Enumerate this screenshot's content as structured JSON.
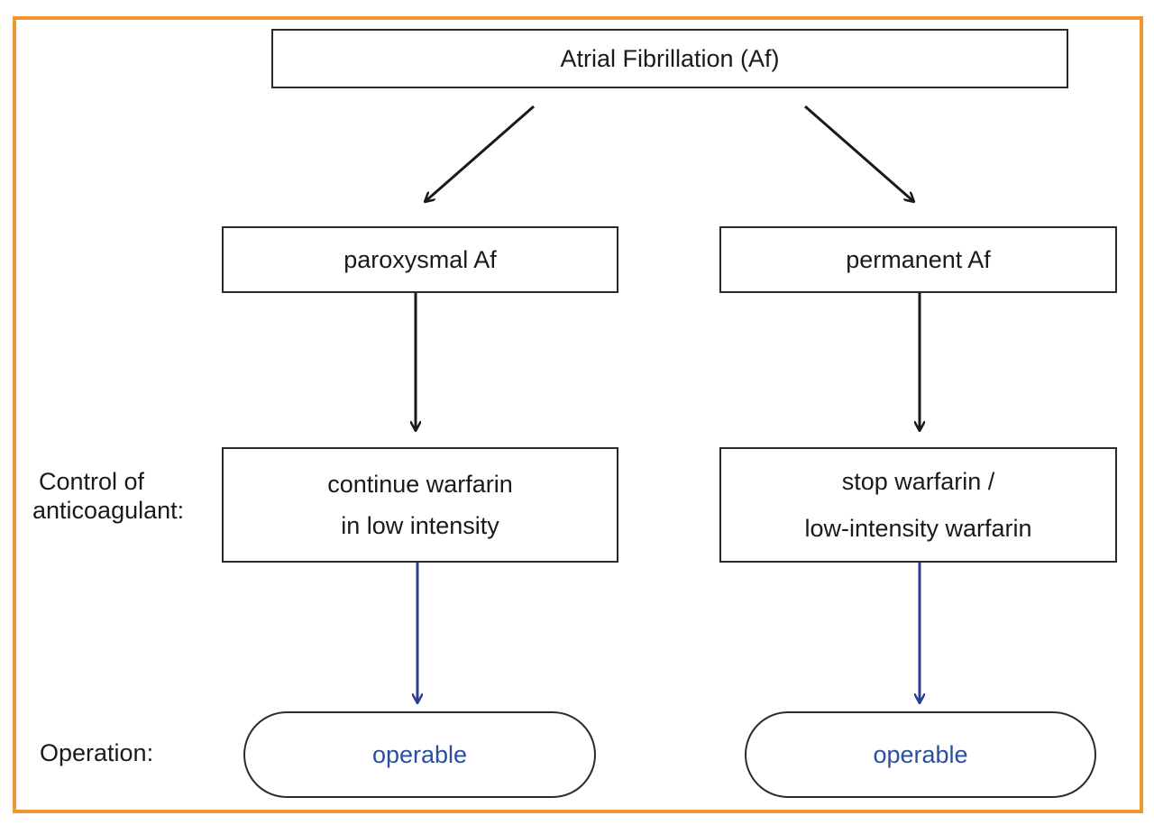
{
  "root": {
    "label": "Atrial Fibrillation (Af)"
  },
  "branches": [
    {
      "type_label": "paroxysmal Af",
      "control_lines": [
        "continue warfarin",
        "in low intensity"
      ],
      "operation": "operable"
    },
    {
      "type_label": "permanent Af",
      "control_lines": [
        "stop warfarin /",
        "low-intensity warfarin"
      ],
      "operation": "operable"
    }
  ],
  "row_labels": {
    "control_line1": "Control of",
    "control_line2": "anticoagulant:",
    "operation": "Operation:"
  },
  "colors": {
    "frame": "#f0982e",
    "box_border": "#2b2b2b",
    "text": "#1a1a1a",
    "operation_text": "#2a4fa0",
    "operation_arrow": "#2a3f8f"
  }
}
